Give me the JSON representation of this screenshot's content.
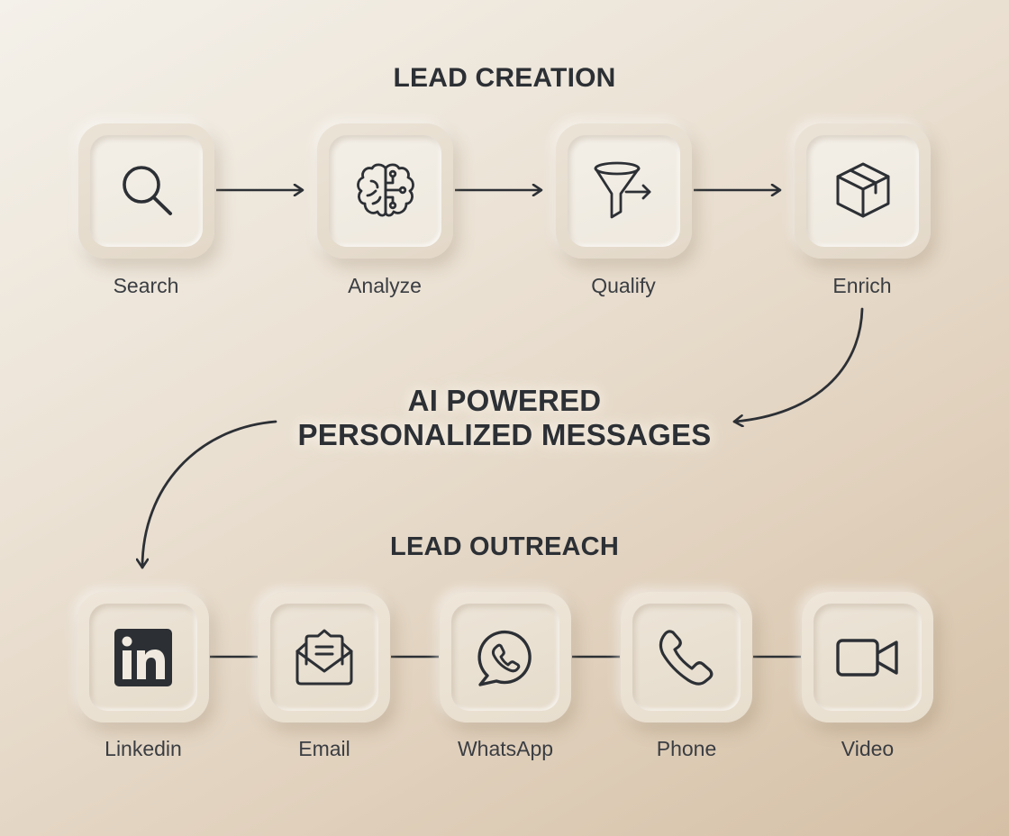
{
  "headings": {
    "lead_creation": "LEAD CREATION",
    "ai_line1": "AI POWERED",
    "ai_line2": "PERSONALIZED MESSAGES",
    "lead_outreach": "LEAD OUTREACH"
  },
  "lead_creation_steps": [
    {
      "label": "Search",
      "icon": "search-icon"
    },
    {
      "label": "Analyze",
      "icon": "brain-circuit-icon"
    },
    {
      "label": "Qualify",
      "icon": "funnel-arrow-icon"
    },
    {
      "label": "Enrich",
      "icon": "box-icon"
    }
  ],
  "lead_outreach_channels": [
    {
      "label": "Linkedin",
      "icon": "linkedin-icon"
    },
    {
      "label": "Email",
      "icon": "open-envelope-icon"
    },
    {
      "label": "WhatsApp",
      "icon": "whatsapp-icon"
    },
    {
      "label": "Phone",
      "icon": "phone-icon"
    },
    {
      "label": "Video",
      "icon": "video-camera-icon"
    }
  ],
  "colors": {
    "ink": "#2c3035",
    "label": "#3a3d42",
    "bg_light": "#f4f1ea",
    "bg_dark": "#d5c0a6",
    "tile_rim": "#e6dccd",
    "tile_face": "#f2eee6"
  }
}
